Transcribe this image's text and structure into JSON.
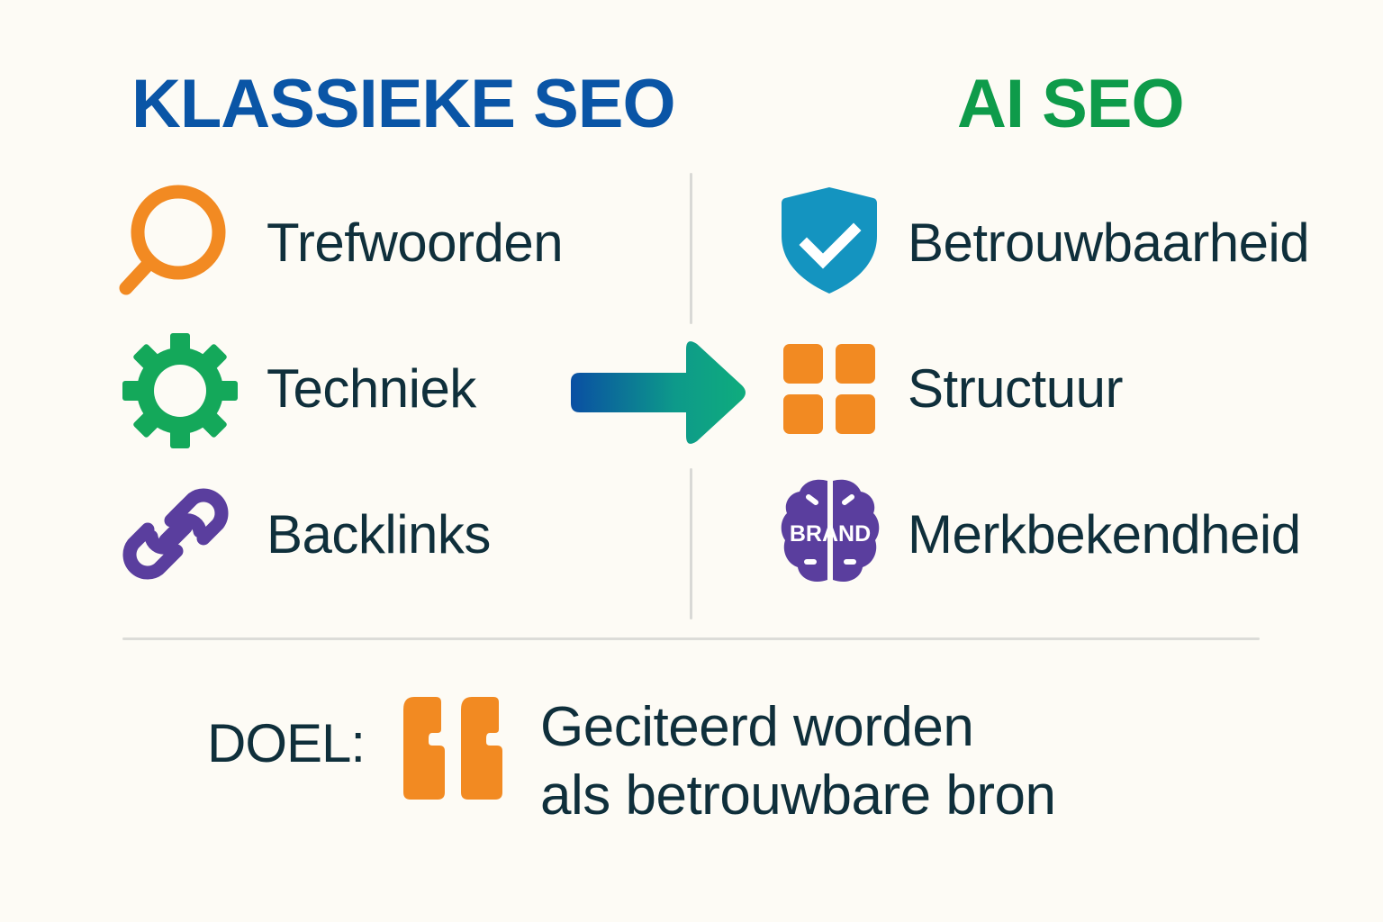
{
  "left_column": {
    "title": "KLASSIEKE SEO",
    "title_color": "#0a55a6",
    "items": [
      {
        "label": "Trefwoorden",
        "icon": "magnifier-icon",
        "color": "#f28a22"
      },
      {
        "label": "Techniek",
        "icon": "gear-icon",
        "color": "#14a85a"
      },
      {
        "label": "Backlinks",
        "icon": "chain-link-icon",
        "color": "#5a3e9e"
      }
    ]
  },
  "transition": {
    "icon": "arrow-right-icon",
    "gradient_from": "#0a4fa3",
    "gradient_to": "#0fac7d"
  },
  "right_column": {
    "title": "AI SEO",
    "title_color": "#0e9b4a",
    "items": [
      {
        "label": "Betrouwbaarheid",
        "icon": "shield-check-icon",
        "color": "#1494c0"
      },
      {
        "label": "Structuur",
        "icon": "grid-icon",
        "color": "#f28a22"
      },
      {
        "label": "Merkbekendheid",
        "icon": "brain-brand-icon",
        "color": "#5a3e9e",
        "badge_text": "BRAND"
      }
    ]
  },
  "goal": {
    "label": "DOEL:",
    "icon": "quote-icon",
    "icon_color": "#f28a22",
    "lines": [
      "Geciteerd worden",
      "als betrouwbare bron"
    ]
  }
}
